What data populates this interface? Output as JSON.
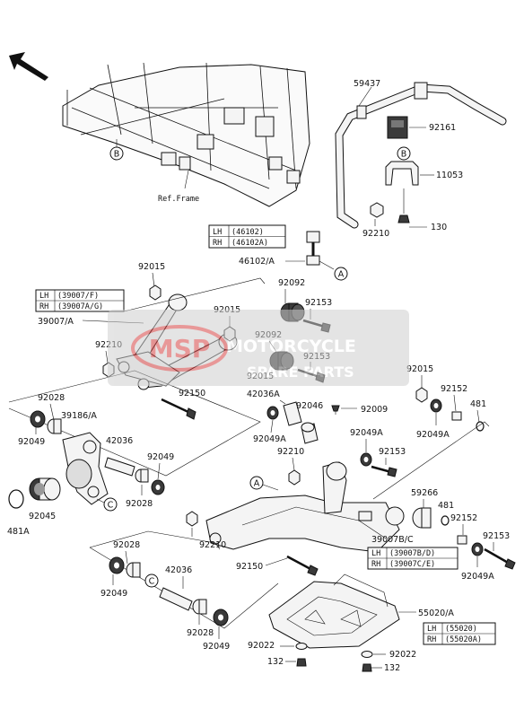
{
  "labels": {
    "p59437": "59437",
    "p92161": "92161",
    "p11053": "11053",
    "p130": "130",
    "p92210a": "92210",
    "p46102A": "46102/A",
    "p92015a": "92015",
    "p92092a": "92092",
    "p92153a": "92153",
    "p39007A": "39007/A",
    "p92015b": "92015",
    "p92092b": "92092",
    "p92210b": "92210",
    "p92153b": "92153",
    "p92015c": "92015",
    "p42036A": "42036A",
    "p92150a": "92150",
    "p92028a": "92028",
    "p39186A": "39186/A",
    "p92049a": "92049",
    "p42036a": "42036",
    "p92049b": "92049",
    "p92028b": "92028",
    "p92045": "92045",
    "p481A": "481A",
    "p92049A_a": "92049A",
    "p92046": "92046",
    "p92009": "92009",
    "p92015d": "92015",
    "p92152a": "92152",
    "p481a": "481",
    "p92049A_b": "92049A",
    "p92049A_c": "92049A",
    "p92210c": "92210",
    "p92153c": "92153",
    "p59266": "59266",
    "p481b": "481",
    "p92152b": "92152",
    "p92153d": "92153",
    "p92210d": "92210",
    "p39007BC": "39007B/C",
    "p92049A_d": "92049A",
    "p92150b": "92150",
    "p92028c": "92028",
    "p42036b": "42036",
    "p92049c": "92049",
    "p92028d": "92028",
    "p92049d": "92049",
    "p55020A": "55020/A",
    "p92022a": "92022",
    "p92022b": "92022",
    "p132a": "132",
    "p132b": "132",
    "refFrame": "Ref.Frame"
  },
  "callouts": {
    "B1": "B",
    "B2": "B",
    "A1": "A",
    "A2": "A",
    "C1": "C",
    "C2": "C"
  },
  "tables": {
    "t46102": [
      [
        "LH",
        "(46102)"
      ],
      [
        "RH",
        "(46102A)"
      ]
    ],
    "t39007A": [
      [
        "LH",
        "(39007/F)"
      ],
      [
        "RH",
        "(39007A/G)"
      ]
    ],
    "t39007B": [
      [
        "LH",
        "(39007B/D)"
      ],
      [
        "RH",
        "(39007C/E)"
      ]
    ],
    "t55020": [
      [
        "LH",
        "(55020)"
      ],
      [
        "RH",
        "(55020A)"
      ]
    ]
  },
  "watermark": {
    "logo": "MSP",
    "line1": "MOTORCYCLE",
    "line2": "SPARE PARTS",
    "color": "#d64545"
  },
  "icons": {
    "direction": "front-direction-arrow-icon"
  }
}
